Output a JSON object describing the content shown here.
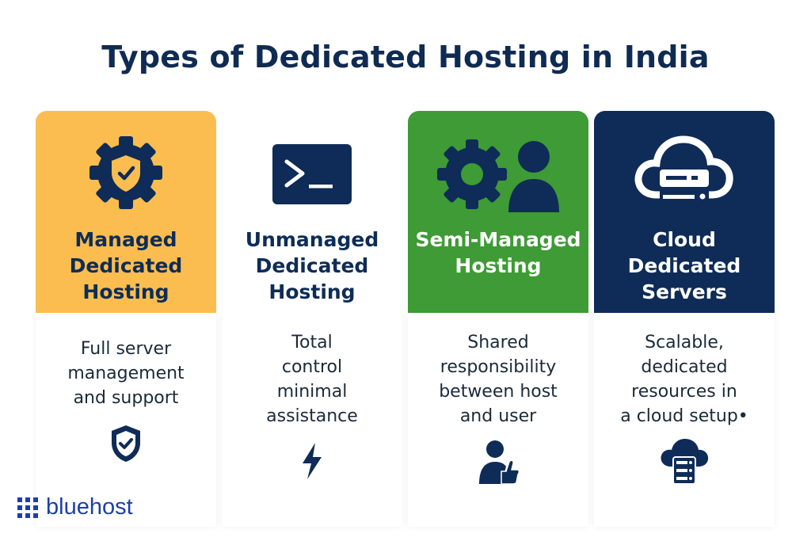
{
  "title": "Types of Dedicated Hosting in India",
  "colors": {
    "navy": "#0e2c57",
    "yellow": "#fbbd4f",
    "green": "#3e9b35",
    "brand_blue": "#1d3fa8"
  },
  "columns": [
    {
      "label": "Managed\nDedicated\nHosting",
      "description": "Full server\nmanagement\nand support",
      "top_icon": "gear-shield-check-icon",
      "bottom_icon": "shield-check-icon"
    },
    {
      "label": "Unmanaged\nDedicated\nHosting",
      "description": "Total\ncontrol\nminimal\nassistance",
      "top_icon": "terminal-icon",
      "bottom_icon": "lightning-bolt-icon"
    },
    {
      "label": "Semi-Managed\nHosting",
      "description": "Shared\nresponsibility\nbetween host\nand user",
      "top_icon": "gear-user-icon",
      "bottom_icon": "user-thumbs-up-icon"
    },
    {
      "label": "Cloud\nDedicated\nServers",
      "description": "Scalable,\ndedicated\nresources in\na cloud setup•",
      "top_icon": "cloud-server-icon",
      "bottom_icon": "cloud-server-stack-icon"
    }
  ],
  "brand": {
    "name": "bluehost"
  }
}
